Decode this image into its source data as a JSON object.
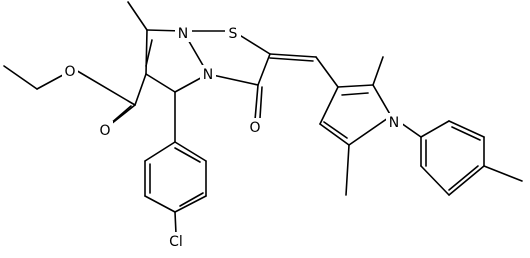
{
  "molecule": {
    "atom_labels": {
      "n_pyrimidine": "N",
      "s_thiazole": "S",
      "n_ring": "N",
      "o_carbonyl_ring": "O",
      "o_ester_single": "O",
      "o_ester_double": "O",
      "n_pyrrole": "N",
      "cl": "Cl"
    },
    "colors": {
      "bond": "#000000",
      "label": "#000000",
      "background": "#ffffff"
    }
  }
}
